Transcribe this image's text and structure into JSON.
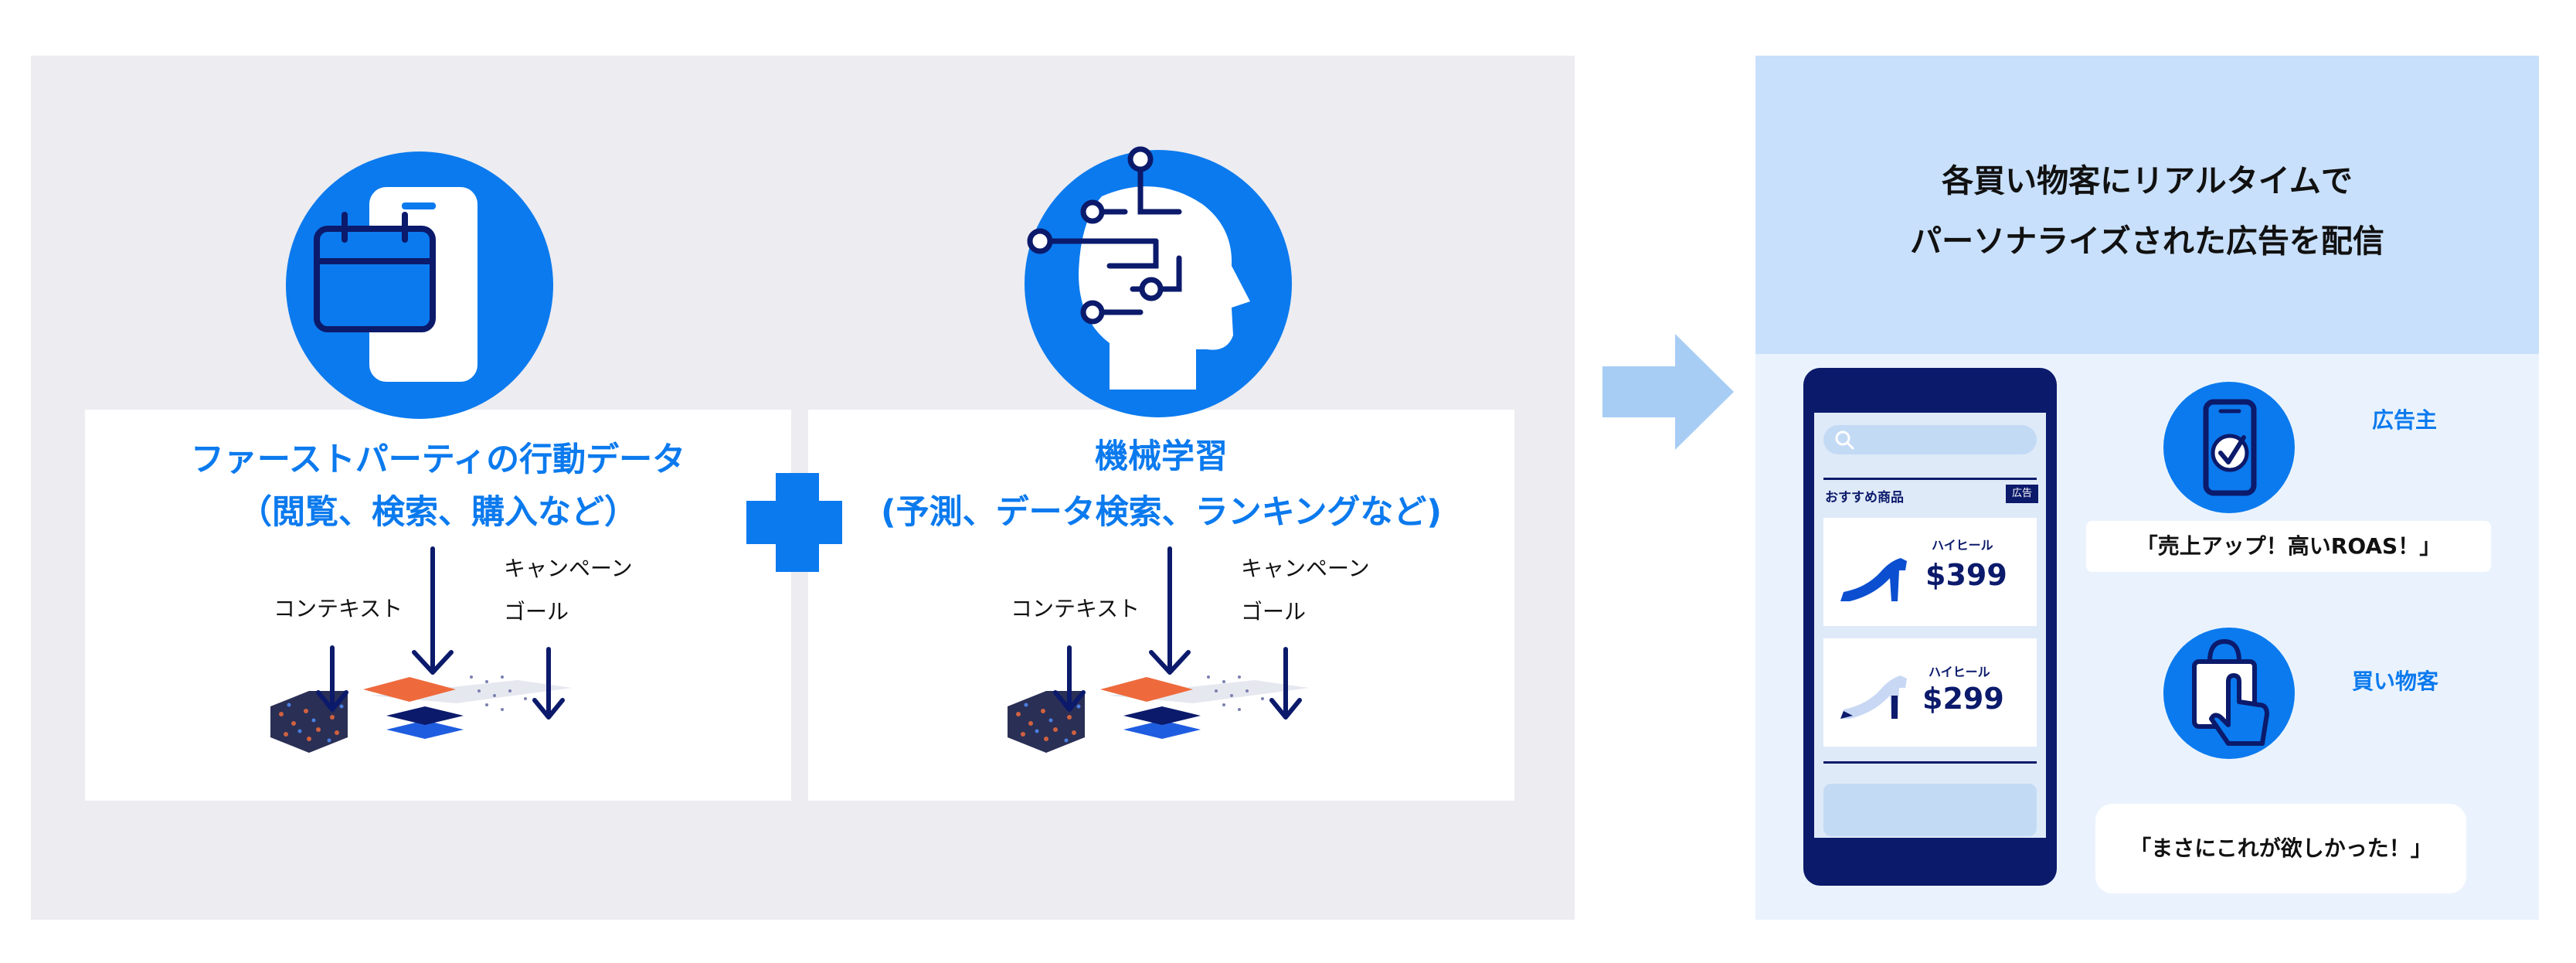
{
  "left": {
    "card1": {
      "title": "ファーストパーティの行動データ",
      "subtitle": "（閲覧、検索、購入など）",
      "label_context": "コンテキスト",
      "label_campaign": "キャンペーン",
      "label_goal": "ゴール"
    },
    "card2": {
      "title": "機械学習",
      "subtitle": "(予測、データ検索、ランキングなど)",
      "label_context": "コンテキスト",
      "label_campaign": "キャンペーン",
      "label_goal": "ゴール"
    }
  },
  "right": {
    "title_line1": "各買い物客にリアルタイムで",
    "title_line2": "パーソナライズされた広告を配信",
    "phone": {
      "recommended_label": "おすすめ商品",
      "ad_tag": "広告",
      "products": [
        {
          "name": "ハイヒール",
          "price": "$399"
        },
        {
          "name": "ハイヒール",
          "price": "$299"
        }
      ]
    },
    "advertiser": {
      "role": "広告主",
      "quote": "「売上アップ！高いROAS！」"
    },
    "shopper": {
      "role": "買い物客",
      "quote": "「まさにこれが欲しかった！」"
    }
  },
  "colors": {
    "accent_blue": "#0b7aee",
    "navy": "#0b1a6b",
    "light_blue": "#c8e0fb",
    "panel_gray": "#ececf1",
    "orange": "#ee6a3c",
    "arrow_blue": "#a7cdf5"
  }
}
